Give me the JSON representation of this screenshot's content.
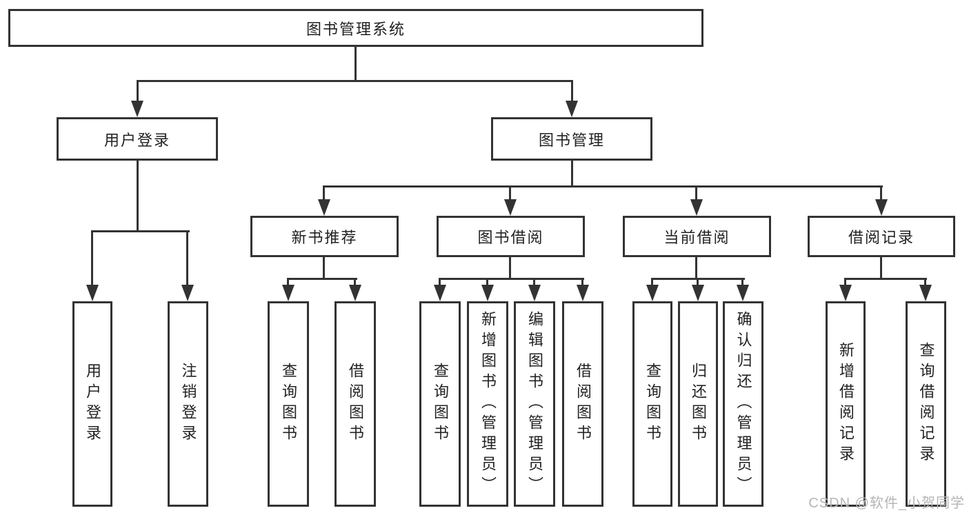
{
  "diagram_title": "图书管理系统",
  "tree": {
    "label": "图书管理系统",
    "children": [
      {
        "label": "用户登录",
        "children": [
          {
            "label": "用户登录"
          },
          {
            "label": "注销登录"
          }
        ]
      },
      {
        "label": "图书管理",
        "children": [
          {
            "label": "新书推荐",
            "children": [
              {
                "label": "查询图书"
              },
              {
                "label": "借阅图书"
              }
            ]
          },
          {
            "label": "图书借阅",
            "children": [
              {
                "label": "查询图书"
              },
              {
                "label": "新增图书（管理员）"
              },
              {
                "label": "编辑图书（管理员）"
              },
              {
                "label": "借阅图书"
              }
            ]
          },
          {
            "label": "当前借阅",
            "children": [
              {
                "label": "查询图书"
              },
              {
                "label": "归还图书"
              },
              {
                "label": "确认归还（管理员）"
              }
            ]
          },
          {
            "label": "借阅记录",
            "children": [
              {
                "label": "新增借阅记录"
              },
              {
                "label": "查询借阅记录"
              }
            ]
          }
        ]
      }
    ]
  },
  "watermark": {
    "text": "CSDN @软件_小贺同学"
  },
  "colors": {
    "line": "#333333",
    "box_border": "#333333",
    "text": "#222222",
    "background": "#ffffff",
    "watermark": "#b5b5b5"
  }
}
